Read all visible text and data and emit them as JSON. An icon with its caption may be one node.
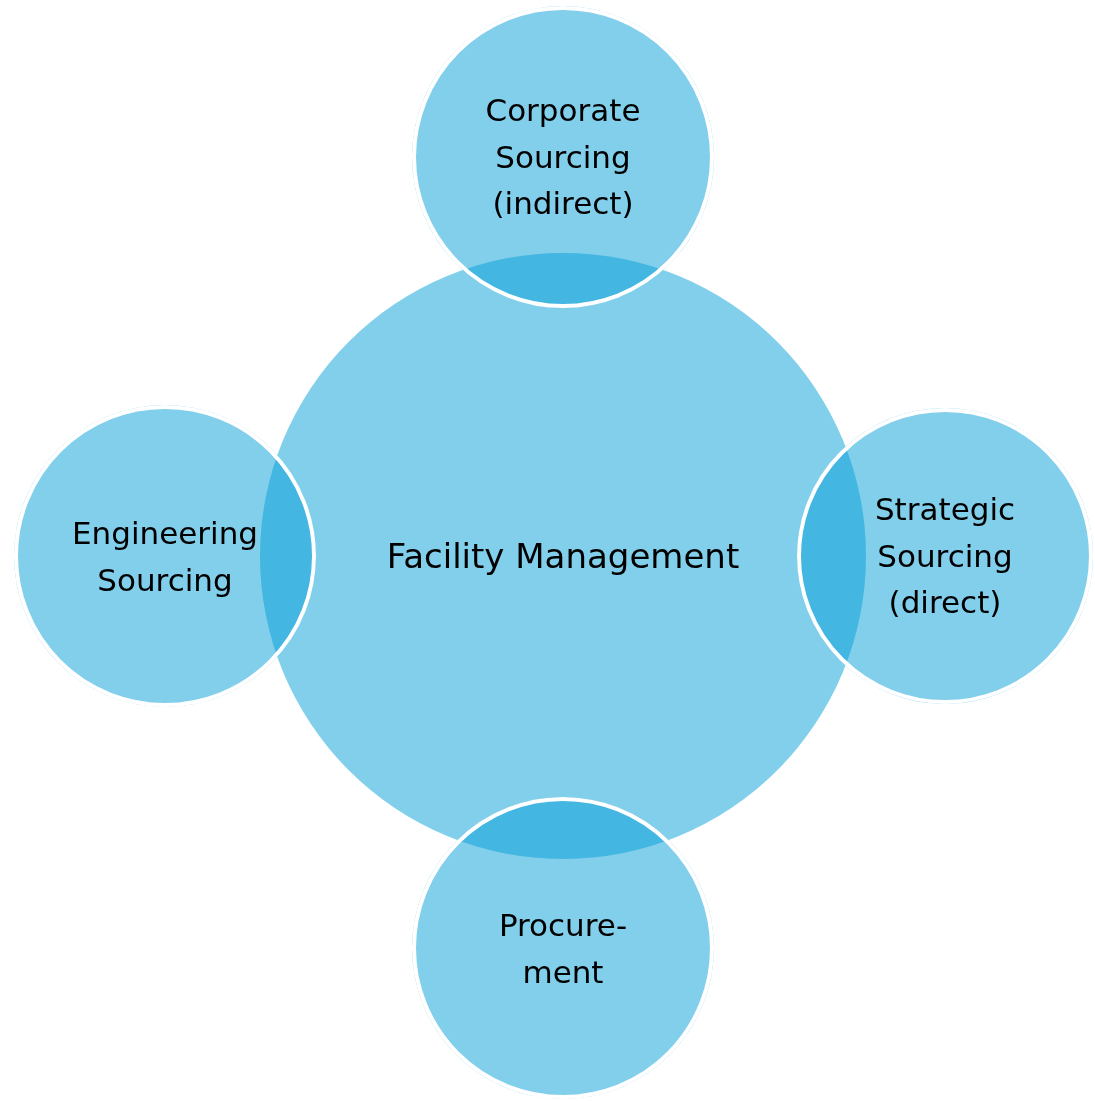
{
  "diagram": {
    "nodes": [
      {
        "text": [
          "Corporate Sourcing (indirect)"
        ]
      },
      {
        "text": [
          "Engineering Sourcing"
        ]
      },
      {
        "text": [
          "Facility Management"
        ]
      },
      {
        "text": [
          "Strategic Sourcing (direct)"
        ]
      },
      {
        "text": [
          "Procure- ment"
        ]
      }
    ]
  }
}
